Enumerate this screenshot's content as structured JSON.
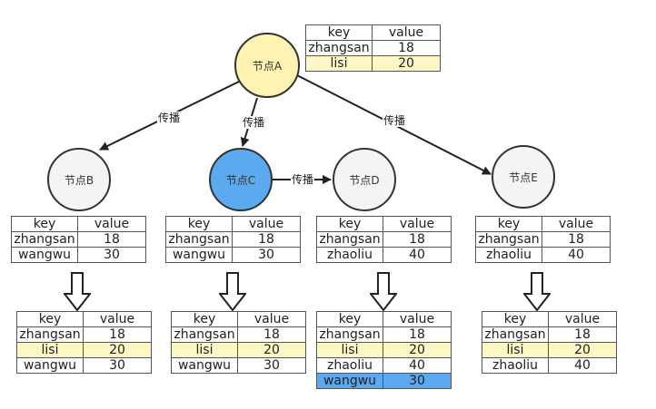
{
  "nodes": {
    "a": "节点A",
    "b": "节点B",
    "c": "节点C",
    "d": "节点D",
    "e": "节点E"
  },
  "edge_label": "传播",
  "colors": {
    "node_a_fill": "#fef3b0",
    "node_c_fill": "#5ba9ee",
    "node_other_fill": "#f4f4f4",
    "highlight_yellow": "#fef6c4",
    "highlight_blue": "#5ba9ee"
  },
  "tables": {
    "a": {
      "header": [
        "key",
        "value"
      ],
      "rows": [
        [
          "zhangsan",
          "18"
        ],
        [
          "lisi",
          "20"
        ]
      ],
      "highlight": {
        "1": "yellow"
      }
    },
    "b_before": {
      "header": [
        "key",
        "value"
      ],
      "rows": [
        [
          "zhangsan",
          "18"
        ],
        [
          "wangwu",
          "30"
        ]
      ]
    },
    "c_before": {
      "header": [
        "key",
        "value"
      ],
      "rows": [
        [
          "zhangsan",
          "18"
        ],
        [
          "wangwu",
          "30"
        ]
      ]
    },
    "d_before": {
      "header": [
        "key",
        "value"
      ],
      "rows": [
        [
          "zhangsan",
          "18"
        ],
        [
          "zhaoliu",
          "40"
        ]
      ]
    },
    "e_before": {
      "header": [
        "key",
        "value"
      ],
      "rows": [
        [
          "zhangsan",
          "18"
        ],
        [
          "zhaoliu",
          "40"
        ]
      ]
    },
    "b_after": {
      "header": [
        "key",
        "value"
      ],
      "rows": [
        [
          "zhangsan",
          "18"
        ],
        [
          "lisi",
          "20"
        ],
        [
          "wangwu",
          "30"
        ]
      ],
      "highlight": {
        "1": "yellow"
      }
    },
    "c_after": {
      "header": [
        "key",
        "value"
      ],
      "rows": [
        [
          "zhangsan",
          "18"
        ],
        [
          "lisi",
          "20"
        ],
        [
          "wangwu",
          "30"
        ]
      ],
      "highlight": {
        "1": "yellow"
      }
    },
    "d_after": {
      "header": [
        "key",
        "value"
      ],
      "rows": [
        [
          "zhangsan",
          "18"
        ],
        [
          "lisi",
          "20"
        ],
        [
          "zhaoliu",
          "40"
        ],
        [
          "wangwu",
          "30"
        ]
      ],
      "highlight": {
        "1": "yellow",
        "3": "blue"
      }
    },
    "e_after": {
      "header": [
        "key",
        "value"
      ],
      "rows": [
        [
          "zhangsan",
          "18"
        ],
        [
          "lisi",
          "20"
        ],
        [
          "zhaoliu",
          "40"
        ]
      ],
      "highlight": {
        "1": "yellow"
      }
    }
  }
}
